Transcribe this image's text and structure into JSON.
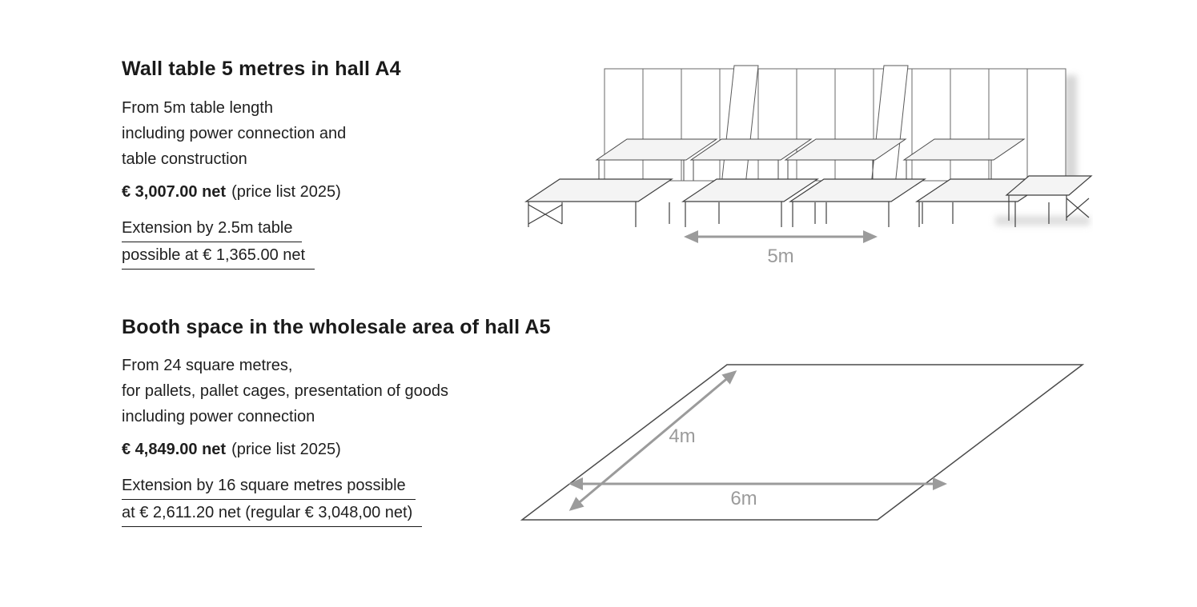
{
  "colors": {
    "text": "#1a1a1a",
    "dimension_gray": "#9b9b9b",
    "illustration_line": "#4a4a4a",
    "table_fill": "#f4f4f4"
  },
  "sections": [
    {
      "id": "wall-table-hall-a4",
      "title": "Wall table 5 metres in hall A4",
      "description_lines": [
        "From 5m table length",
        "including power connection and",
        "table construction"
      ],
      "price": "€ 3,007.00 net",
      "price_note": "(price list 2025)",
      "extension_lines": [
        "Extension by 2.5m table",
        "possible at € 1,365.00 net"
      ],
      "diagram": {
        "type": "wall-table-isometric",
        "dimension_label": "5m"
      }
    },
    {
      "id": "booth-space-hall-a5",
      "title": "Booth space in the wholesale area of hall A5",
      "description_lines": [
        "From 24 square metres,",
        "for pallets, pallet cages, presentation of goods",
        "including power connection"
      ],
      "price": "€ 4,849.00 net",
      "price_note": "(price list 2025)",
      "extension_lines": [
        "Extension by 16 square metres possible",
        "at € 2,611.20 net (regular € 3,048,00 net)"
      ],
      "diagram": {
        "type": "floor-area-parallelogram",
        "depth_label": "4m",
        "width_label": "6m"
      }
    }
  ]
}
